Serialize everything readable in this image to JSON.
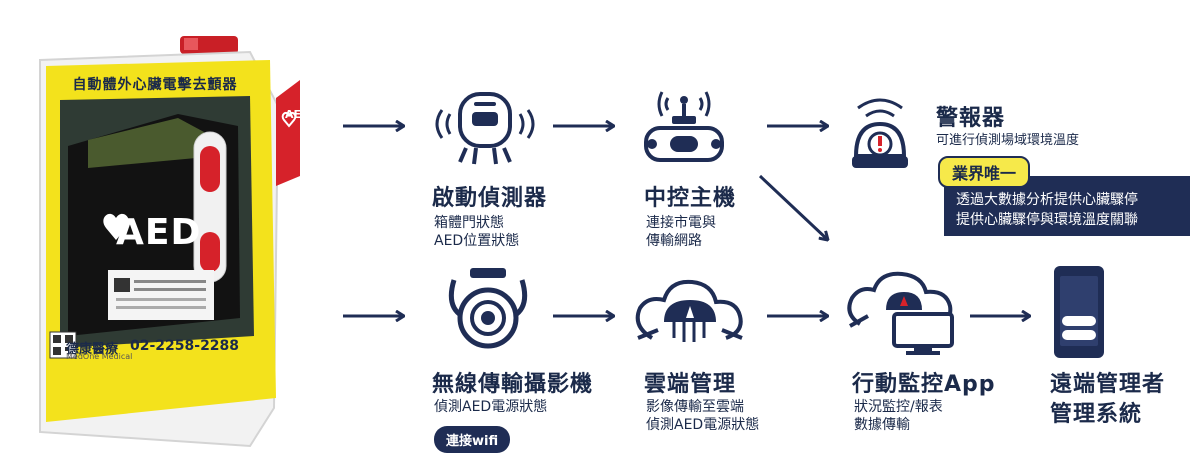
{
  "cabinet": {
    "title": "自動體外心臟電擊去顫器",
    "side_label": "AED",
    "aed_label": "AED",
    "brand_cn": "德康醫療",
    "brand_en": "MedOne Medical",
    "phone": "02-2258-2288"
  },
  "nodes": {
    "sensor": {
      "title": "啟動偵測器",
      "lines": [
        "箱體門狀態",
        "AED位置狀態"
      ]
    },
    "host": {
      "title": "中控主機",
      "lines": [
        "連接市電與",
        "傳輸網路"
      ]
    },
    "alarm": {
      "title": "警報器",
      "lines": [
        "可進行偵測場域環境溫度"
      ]
    },
    "camera": {
      "title": "無線傳輸攝影機",
      "lines": [
        "偵測AED電源狀態"
      ],
      "pill": "連接wifi"
    },
    "cloud": {
      "title": "雲端管理",
      "lines": [
        "影像傳輸至雲端",
        "偵測AED電源狀態"
      ]
    },
    "app": {
      "title": "行動監控App",
      "lines": [
        "狀況監控/報表",
        "數據傳輸"
      ]
    },
    "remote": {
      "title": "遠端管理者",
      "title2": "管理系統"
    }
  },
  "unique": {
    "badge": "業界唯一",
    "lines": [
      "透過大數據分析提供心臟驟停",
      "提供心臟驟停與環境溫度關聯"
    ]
  },
  "colors": {
    "navy": "#1f2d55",
    "yellow": "#f6e94a",
    "red": "#d6222a"
  }
}
